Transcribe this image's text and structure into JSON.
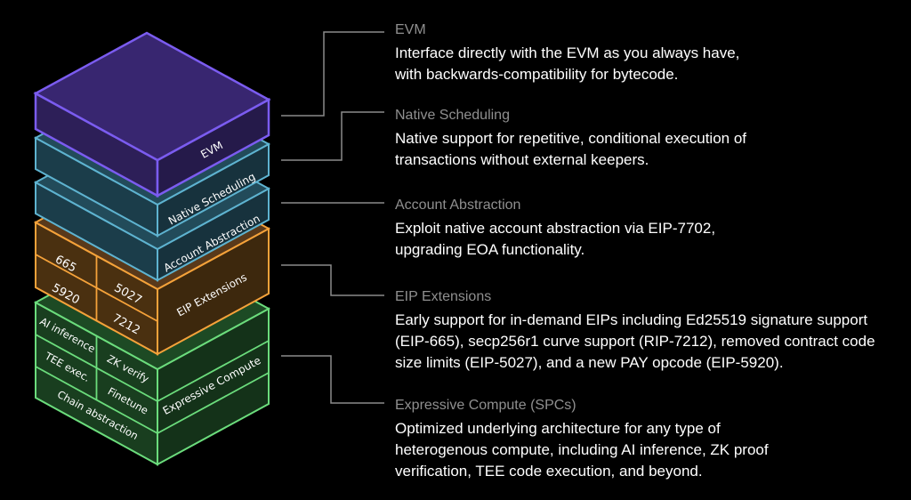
{
  "colors": {
    "background": "#000000",
    "evm": "#7b5cf0",
    "native_scheduling": "#5eb3d0",
    "account_abstraction": "#5eb3d0",
    "eip_extensions": "#f5a23a",
    "expressive_compute": "#6bdc7c",
    "leader_line": "#8a8a8a",
    "title_text": "#8f8f8f",
    "body_text": "#ffffff"
  },
  "stack": {
    "evm_label": "EVM",
    "native_scheduling_label": "Native Scheduling",
    "account_abstraction_label": "Account Abstraction",
    "eip_extensions": {
      "label": "EIP Extensions",
      "cells": [
        "665",
        "5027",
        "5920",
        "7212"
      ]
    },
    "expressive_compute": {
      "label": "Expressive Compute",
      "cells": [
        "AI inference",
        "ZK verify",
        "TEE exec.",
        "Finetune",
        "Chain abstraction"
      ]
    }
  },
  "descriptions": [
    {
      "title": "EVM",
      "lines": [
        "Interface directly with the EVM as you always have,",
        "with backwards-compatibility for bytecode."
      ]
    },
    {
      "title": "Native Scheduling",
      "lines": [
        "Native support for repetitive, conditional execution of",
        "transactions without external keepers."
      ]
    },
    {
      "title": "Account Abstraction",
      "lines": [
        "Exploit native account abstraction via EIP-7702,",
        "upgrading EOA functionality."
      ]
    },
    {
      "title": "EIP Extensions",
      "lines": [
        "Early support for in-demand EIPs including Ed25519 signature support",
        "(EIP-665), secp256r1 curve support (RIP-7212), removed contract code",
        "size limits (EIP-5027), and a new PAY opcode (EIP-5920)."
      ]
    },
    {
      "title": "Expressive Compute (SPCs)",
      "lines": [
        "Optimized underlying architecture for any type of",
        "heterogenous compute, including AI inference, ZK proof",
        "verification, TEE code execution, and beyond."
      ]
    }
  ]
}
